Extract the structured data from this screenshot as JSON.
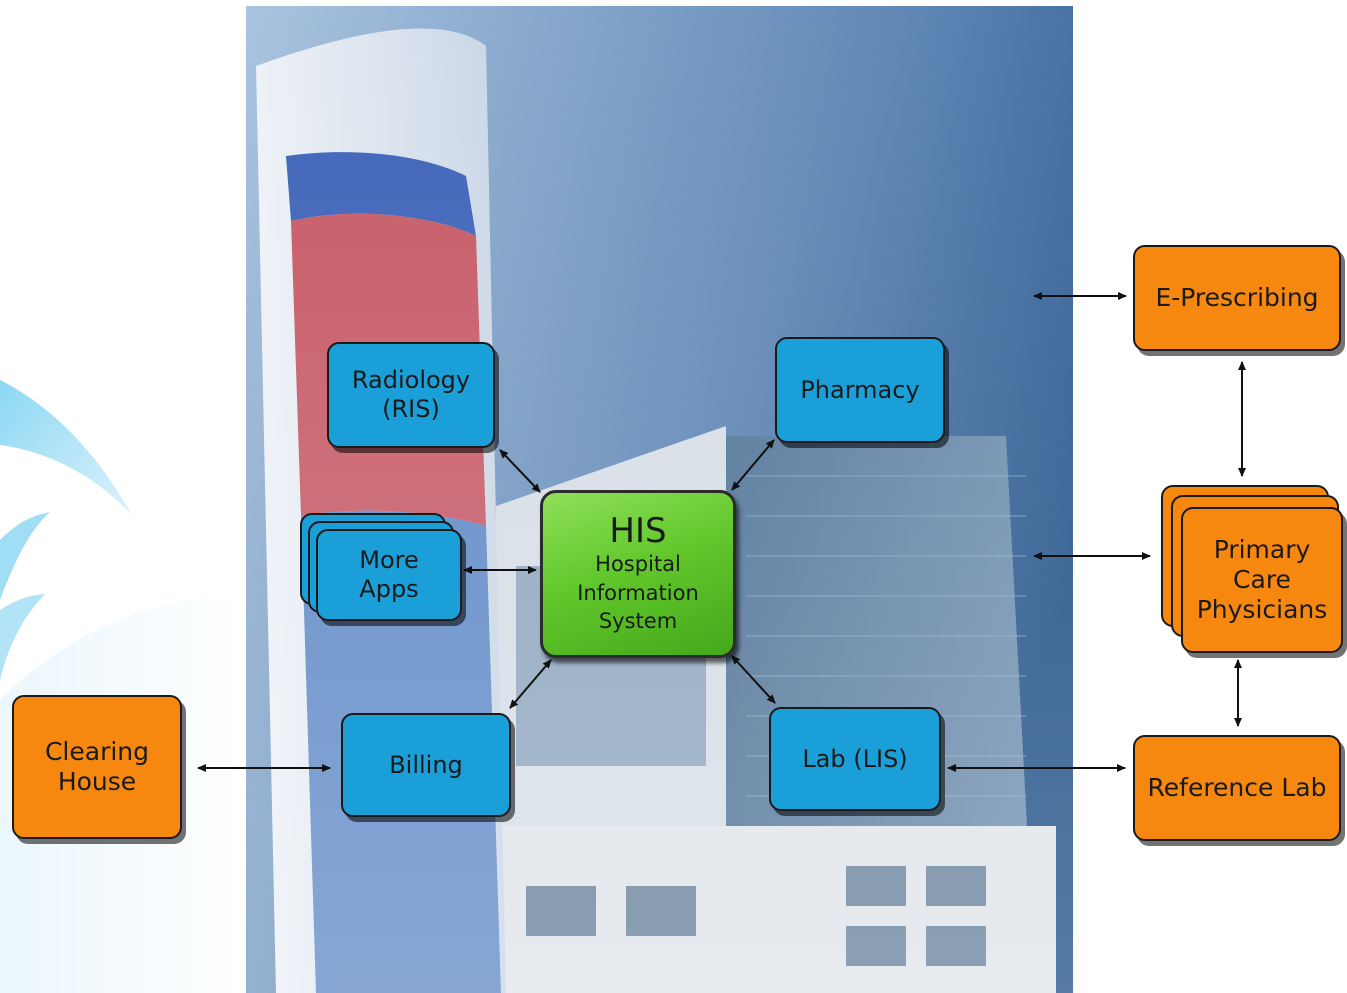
{
  "center": {
    "title": "HIS",
    "subtitle": "Hospital\nInformation\nSystem"
  },
  "hospital_apps": {
    "radiology": "Radiology\n(RIS)",
    "pharmacy": "Pharmacy",
    "more_apps": "More\nApps",
    "billing": "Billing",
    "lab": "Lab (LIS)"
  },
  "external": {
    "clearing_house": "Clearing\nHouse",
    "e_prescribing": "E-Prescribing",
    "primary_care": "Primary\nCare\nPhysicians",
    "reference_lab": "Reference Lab"
  },
  "colors": {
    "internal_box": "#1b9fd9",
    "external_box": "#f7880f",
    "center_box": "#62c82c"
  }
}
